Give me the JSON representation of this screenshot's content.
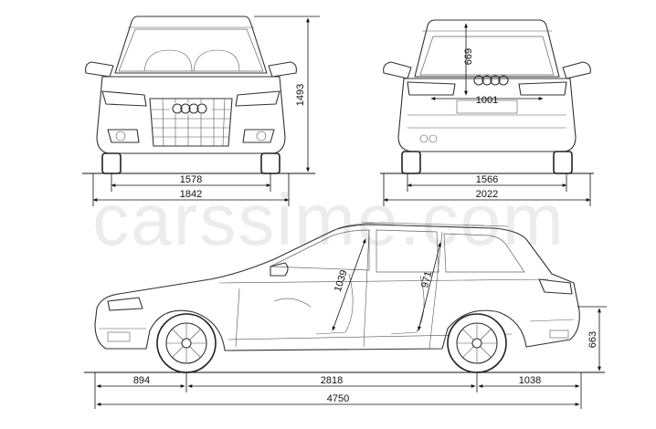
{
  "watermark": "carssime.com",
  "dimensions": {
    "front_height": "1493",
    "front_track": "1578",
    "front_width": "1842",
    "rear_track": "1566",
    "rear_width": "2022",
    "trunk_height": "669",
    "trunk_width": "1001",
    "front_overhang": "894",
    "wheelbase": "2818",
    "rear_overhang": "1038",
    "length": "4750",
    "ground_clearance": "663",
    "front_headroom": "1039",
    "rear_headroom": "971"
  },
  "brand_icon": "four-rings-logo-icon"
}
